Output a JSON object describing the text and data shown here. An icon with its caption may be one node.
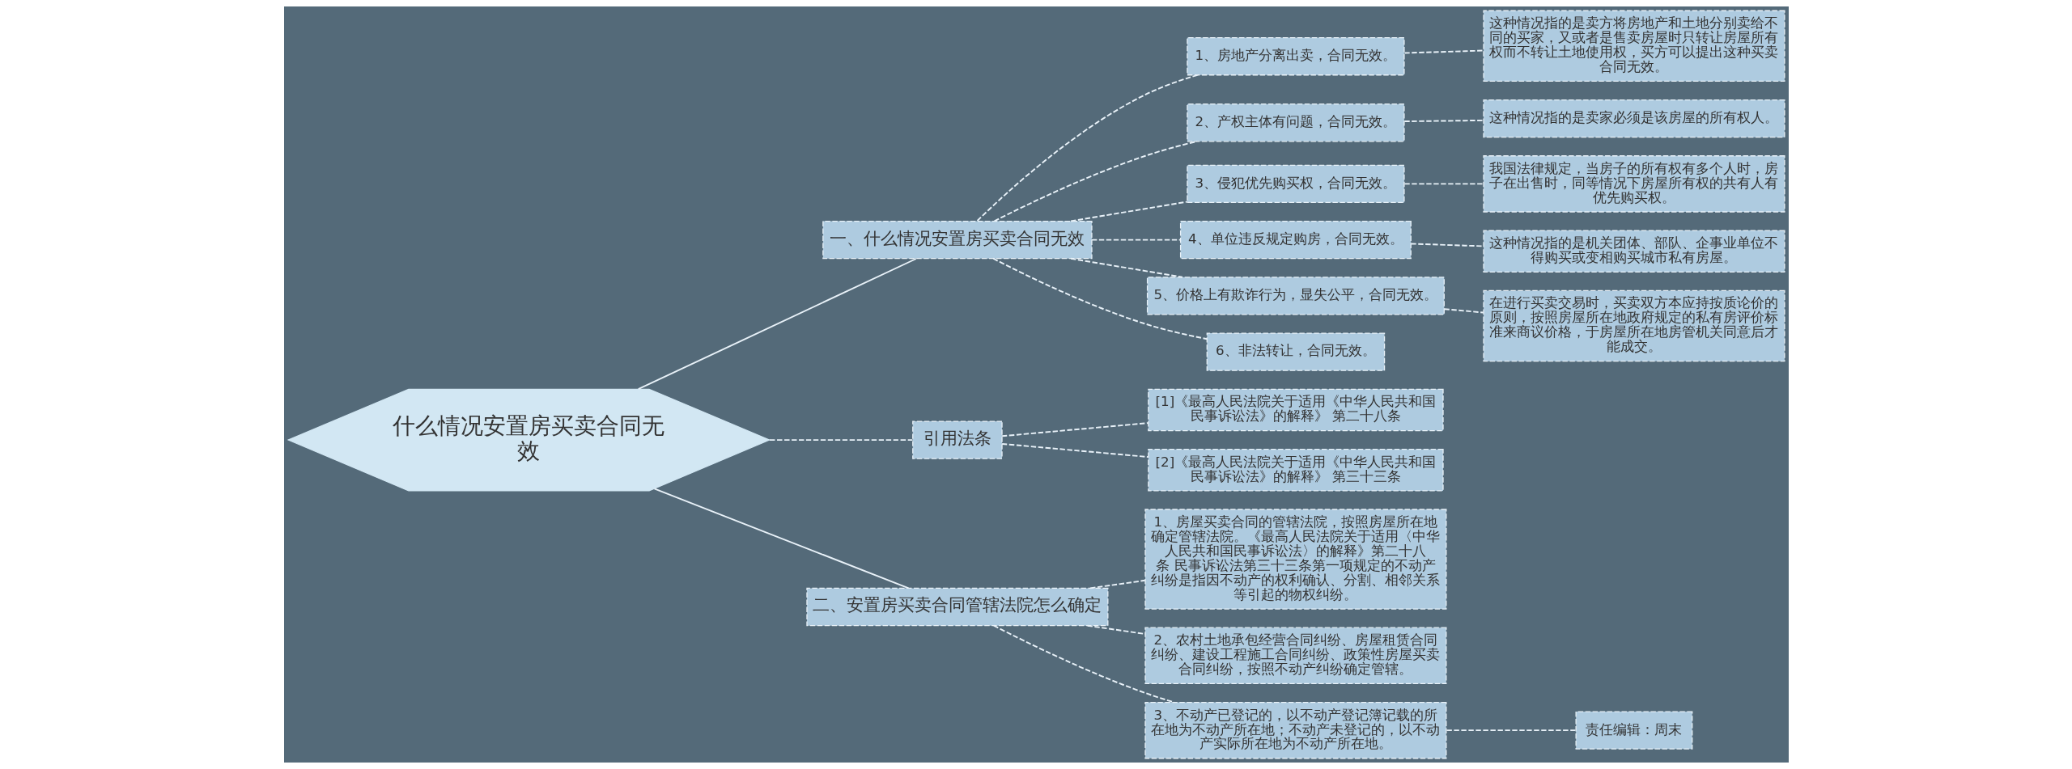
{
  "diagram": {
    "nodes": [
      {
        "text": [
          "什么情况安置房买卖合同无效"
        ]
      },
      {
        "text": [
          "一、什么情况安置房买卖合同无效"
        ]
      },
      {
        "text": [
          "1、房地产分离出卖，合同无效。"
        ]
      },
      {
        "text": [
          "这种情况指的是卖方将房地产和土地分别卖给不同的买家，又或者是售卖房屋时只转让房屋所有权而不转让土地使用权，买方可以提出这种买卖合同无效。"
        ]
      },
      {
        "text": [
          "2、产权主体有问题，合同无效。"
        ]
      },
      {
        "text": [
          "这种情况指的是卖家必须是该房屋的所有权人。"
        ]
      },
      {
        "text": [
          "3、侵犯优先购买权，合同无效。"
        ]
      },
      {
        "text": [
          "我国法律规定，当房子的所有权有多个人时，房子在出售时，同等情况下房屋所有权的共有人有优先购买权。"
        ]
      },
      {
        "text": [
          "4、单位违反规定购房，合同无效。"
        ]
      },
      {
        "text": [
          "这种情况指的是机关团体、部队、企事业单位不得购买或变相购买城市私有房屋。"
        ]
      },
      {
        "text": [
          "5、价格上有欺诈行为，显失公平，合同无效。"
        ]
      },
      {
        "text": [
          "在进行买卖交易时，买卖双方本应持按质论价的原则，按照房屋所在地政府规定的私有房评价标准来商议价格，于房屋所在地房管机关同意后才能成交。"
        ]
      },
      {
        "text": [
          "6、非法转让，合同无效。"
        ]
      },
      {
        "text": [
          "引用法条"
        ]
      },
      {
        "text": [
          "[1]《最高人民法院关于适用《中华人民共和国民事诉讼法》的解释》 第二十八条"
        ]
      },
      {
        "text": [
          "[2]《最高人民法院关于适用《中华人民共和国民事诉讼法》的解释》 第三十三条"
        ]
      },
      {
        "text": [
          "二、安置房买卖合同管辖法院怎么确定"
        ]
      },
      {
        "text": [
          "1、房屋买卖合同的管辖法院，按照房屋所在地确定管辖法院。《最高人民法院关于适用〈中华人民共和国民事诉讼法〉的解释》第二十八条 民事诉讼法第三十三条第一项规定的不动产纠纷是指因不动产的权利确认、分割、相邻关系等引起的物权纠纷。"
        ]
      },
      {
        "text": [
          "2、农村土地承包经营合同纠纷、房屋租赁合同纠纷、建设工程施工合同纠纷、政策性房屋买卖合同纠纷，按照不动产纠纷确定管辖。"
        ]
      },
      {
        "text": [
          "3、不动产已登记的，以不动产登记簿记载的所在地为不动产所在地；不动产未登记的，以不动产实际所在地为不动产所在地。"
        ]
      },
      {
        "text": [
          "责任编辑：周末"
        ]
      }
    ],
    "edges": [
      {
        "from": 0,
        "to": 1,
        "arrow": "none"
      },
      {
        "from": 1,
        "to": 2,
        "arrow": "none",
        "style": "dashed"
      },
      {
        "from": 2,
        "to": 3,
        "arrow": "none",
        "style": "dashed"
      },
      {
        "from": 1,
        "to": 4,
        "arrow": "none",
        "style": "dashed"
      },
      {
        "from": 4,
        "to": 5,
        "arrow": "none",
        "style": "dashed"
      },
      {
        "from": 1,
        "to": 6,
        "arrow": "none",
        "style": "dashed"
      },
      {
        "from": 6,
        "to": 7,
        "arrow": "none",
        "style": "dashed"
      },
      {
        "from": 1,
        "to": 8,
        "arrow": "none",
        "style": "dashed"
      },
      {
        "from": 8,
        "to": 9,
        "arrow": "none",
        "style": "dashed"
      },
      {
        "from": 1,
        "to": 10,
        "arrow": "none",
        "style": "dashed"
      },
      {
        "from": 10,
        "to": 11,
        "arrow": "none",
        "style": "dashed"
      },
      {
        "from": 1,
        "to": 12,
        "arrow": "none",
        "style": "dashed"
      },
      {
        "from": 0,
        "to": 13,
        "arrow": "none",
        "style": "dashed"
      },
      {
        "from": 13,
        "to": 14,
        "arrow": "none",
        "style": "dashed"
      },
      {
        "from": 13,
        "to": 15,
        "arrow": "none",
        "style": "dashed"
      },
      {
        "from": 0,
        "to": 16,
        "arrow": "none"
      },
      {
        "from": 16,
        "to": 17,
        "arrow": "none",
        "style": "dashed"
      },
      {
        "from": 16,
        "to": 18,
        "arrow": "none",
        "style": "dashed"
      },
      {
        "from": 16,
        "to": 19,
        "arrow": "none",
        "style": "dashed"
      },
      {
        "from": 19,
        "to": 20,
        "arrow": "none",
        "style": "dashed"
      }
    ]
  }
}
